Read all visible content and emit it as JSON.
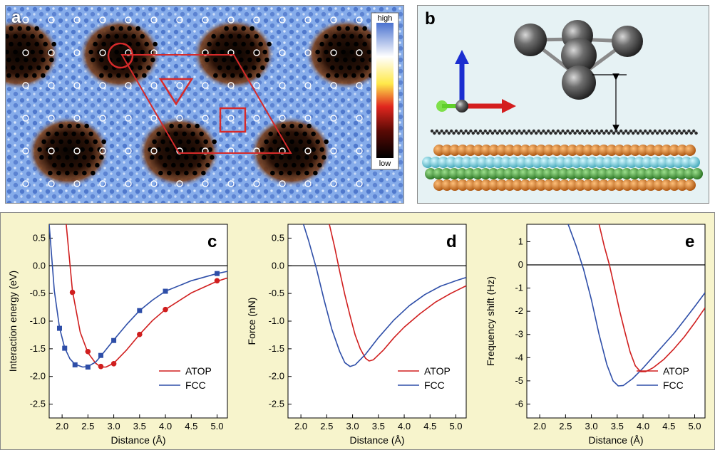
{
  "panels": {
    "a": {
      "letter": "a",
      "colorbar_high": "high",
      "colorbar_low": "low"
    },
    "b": {
      "letter": "b"
    }
  },
  "colors": {
    "map_blue": "#7aa4e0",
    "map_dark": "#1a0d08",
    "marker_red": "#d62a2a",
    "atop_line": "#d01e1e",
    "fcc_line": "#2e4ea8",
    "bottom_bg": "#f7f4cc",
    "panel_b_bg": "#e6f2f4",
    "gold_layer": "#d9741c",
    "cyan_layer": "#6fd6e6",
    "green_layer": "#3e9a36",
    "carbon": "#2a2a2a"
  },
  "chart_data": [
    {
      "id": "c",
      "type": "line",
      "letter": "c",
      "xlabel": "Distance (Å)",
      "ylabel": "Interaction energy (eV)",
      "xlim": [
        1.75,
        5.2
      ],
      "ylim": [
        -2.75,
        0.75
      ],
      "xticks": [
        "2.0",
        "2.5",
        "3.0",
        "3.5",
        "4.0",
        "4.5",
        "5.0"
      ],
      "xtick_values": [
        2.0,
        2.5,
        3.0,
        3.5,
        4.0,
        4.5,
        5.0
      ],
      "yticks": [
        "0.5",
        "0.0",
        "-0.5",
        "-1.0",
        "-1.5",
        "-2.0",
        "-2.5"
      ],
      "ytick_values": [
        0.5,
        0.0,
        -0.5,
        -1.0,
        -1.5,
        -2.0,
        -2.5
      ],
      "zero_line": 0,
      "legend": [
        "ATOP",
        "FCC"
      ],
      "legend_placement": "bottom-right",
      "series": [
        {
          "name": "ATOP",
          "color": "#d01e1e",
          "points": [
            [
              2.2,
              -0.48
            ],
            [
              2.5,
              -1.55
            ],
            [
              2.75,
              -1.82
            ],
            [
              3.0,
              -1.77
            ],
            [
              3.5,
              -1.24
            ],
            [
              4.0,
              -0.79
            ],
            [
              5.0,
              -0.27
            ]
          ],
          "curve": [
            [
              2.08,
              0.75
            ],
            [
              2.2,
              -0.45
            ],
            [
              2.35,
              -1.2
            ],
            [
              2.5,
              -1.57
            ],
            [
              2.65,
              -1.76
            ],
            [
              2.75,
              -1.83
            ],
            [
              2.85,
              -1.83
            ],
            [
              3.0,
              -1.76
            ],
            [
              3.25,
              -1.52
            ],
            [
              3.5,
              -1.24
            ],
            [
              3.75,
              -0.99
            ],
            [
              4.0,
              -0.79
            ],
            [
              4.5,
              -0.49
            ],
            [
              5.0,
              -0.28
            ],
            [
              5.2,
              -0.22
            ]
          ]
        },
        {
          "name": "FCC",
          "color": "#2e4ea8",
          "points": [
            [
              1.95,
              -1.13
            ],
            [
              2.05,
              -1.49
            ],
            [
              2.25,
              -1.79
            ],
            [
              2.5,
              -1.83
            ],
            [
              2.75,
              -1.62
            ],
            [
              3.0,
              -1.35
            ],
            [
              3.5,
              -0.81
            ],
            [
              4.0,
              -0.46
            ],
            [
              5.0,
              -0.14
            ]
          ],
          "curve": [
            [
              1.75,
              0.75
            ],
            [
              1.85,
              -0.45
            ],
            [
              1.95,
              -1.12
            ],
            [
              2.05,
              -1.48
            ],
            [
              2.15,
              -1.68
            ],
            [
              2.25,
              -1.78
            ],
            [
              2.4,
              -1.83
            ],
            [
              2.5,
              -1.82
            ],
            [
              2.65,
              -1.74
            ],
            [
              2.75,
              -1.63
            ],
            [
              3.0,
              -1.34
            ],
            [
              3.25,
              -1.06
            ],
            [
              3.5,
              -0.81
            ],
            [
              3.75,
              -0.62
            ],
            [
              4.0,
              -0.46
            ],
            [
              4.5,
              -0.27
            ],
            [
              5.0,
              -0.14
            ],
            [
              5.2,
              -0.1
            ]
          ]
        }
      ]
    },
    {
      "id": "d",
      "type": "line",
      "letter": "d",
      "xlabel": "Distance (Å)",
      "ylabel": "Force (nN)",
      "xlim": [
        1.75,
        5.2
      ],
      "ylim": [
        -2.75,
        0.75
      ],
      "xticks": [
        "2.0",
        "2.5",
        "3.0",
        "3.5",
        "4.0",
        "4.5",
        "5.0"
      ],
      "xtick_values": [
        2.0,
        2.5,
        3.0,
        3.5,
        4.0,
        4.5,
        5.0
      ],
      "yticks": [
        "0.5",
        "0.0",
        "-0.5",
        "-1.0",
        "-1.5",
        "-2.0",
        "-2.5"
      ],
      "ytick_values": [
        0.5,
        0.0,
        -0.5,
        -1.0,
        -1.5,
        -2.0,
        -2.5
      ],
      "zero_line": 0,
      "legend": [
        "ATOP",
        "FCC"
      ],
      "legend_placement": "bottom-right",
      "series": [
        {
          "name": "ATOP",
          "color": "#d01e1e",
          "curve": [
            [
              2.55,
              0.75
            ],
            [
              2.65,
              0.35
            ],
            [
              2.75,
              -0.1
            ],
            [
              2.85,
              -0.52
            ],
            [
              2.95,
              -0.9
            ],
            [
              3.05,
              -1.25
            ],
            [
              3.15,
              -1.5
            ],
            [
              3.25,
              -1.67
            ],
            [
              3.32,
              -1.72
            ],
            [
              3.4,
              -1.7
            ],
            [
              3.6,
              -1.52
            ],
            [
              3.8,
              -1.3
            ],
            [
              4.0,
              -1.11
            ],
            [
              4.3,
              -0.87
            ],
            [
              4.6,
              -0.66
            ],
            [
              4.9,
              -0.5
            ],
            [
              5.2,
              -0.36
            ]
          ]
        },
        {
          "name": "FCC",
          "color": "#2e4ea8",
          "curve": [
            [
              2.05,
              0.75
            ],
            [
              2.15,
              0.45
            ],
            [
              2.3,
              -0.05
            ],
            [
              2.45,
              -0.62
            ],
            [
              2.6,
              -1.15
            ],
            [
              2.75,
              -1.55
            ],
            [
              2.85,
              -1.75
            ],
            [
              2.95,
              -1.82
            ],
            [
              3.05,
              -1.79
            ],
            [
              3.25,
              -1.6
            ],
            [
              3.5,
              -1.3
            ],
            [
              3.8,
              -0.98
            ],
            [
              4.1,
              -0.72
            ],
            [
              4.4,
              -0.52
            ],
            [
              4.7,
              -0.37
            ],
            [
              5.0,
              -0.27
            ],
            [
              5.2,
              -0.21
            ]
          ]
        }
      ]
    },
    {
      "id": "e",
      "type": "line",
      "letter": "e",
      "xlabel": "Distance (Å)",
      "ylabel": "Frequency shift (Hz)",
      "xlim": [
        1.75,
        5.2
      ],
      "ylim": [
        -6.6,
        1.75
      ],
      "xticks": [
        "2.0",
        "2.5",
        "3.0",
        "3.5",
        "4.0",
        "4.5",
        "5.0"
      ],
      "xtick_values": [
        2.0,
        2.5,
        3.0,
        3.5,
        4.0,
        4.5,
        5.0
      ],
      "yticks": [
        "1",
        "0",
        "-1",
        "-2",
        "-3",
        "-4",
        "-5",
        "-6"
      ],
      "ytick_values": [
        1,
        0,
        -1,
        -2,
        -3,
        -4,
        -5,
        -6
      ],
      "zero_line": 0,
      "legend": [
        "ATOP",
        "FCC"
      ],
      "legend_placement": "bottom-right",
      "series": [
        {
          "name": "ATOP",
          "color": "#d01e1e",
          "curve": [
            [
              3.15,
              1.75
            ],
            [
              3.25,
              0.8
            ],
            [
              3.35,
              0.0
            ],
            [
              3.45,
              -1.0
            ],
            [
              3.55,
              -2.0
            ],
            [
              3.65,
              -2.9
            ],
            [
              3.75,
              -3.75
            ],
            [
              3.85,
              -4.35
            ],
            [
              3.95,
              -4.6
            ],
            [
              4.05,
              -4.6
            ],
            [
              4.2,
              -4.43
            ],
            [
              4.4,
              -4.08
            ],
            [
              4.6,
              -3.62
            ],
            [
              4.8,
              -3.1
            ],
            [
              5.0,
              -2.5
            ],
            [
              5.2,
              -1.85
            ]
          ]
        },
        {
          "name": "FCC",
          "color": "#2e4ea8",
          "curve": [
            [
              2.55,
              1.75
            ],
            [
              2.7,
              0.85
            ],
            [
              2.85,
              -0.2
            ],
            [
              3.0,
              -1.5
            ],
            [
              3.15,
              -3.0
            ],
            [
              3.3,
              -4.3
            ],
            [
              3.42,
              -5.0
            ],
            [
              3.52,
              -5.22
            ],
            [
              3.62,
              -5.2
            ],
            [
              3.8,
              -4.9
            ],
            [
              4.0,
              -4.45
            ],
            [
              4.2,
              -3.95
            ],
            [
              4.4,
              -3.45
            ],
            [
              4.6,
              -2.95
            ],
            [
              4.8,
              -2.38
            ],
            [
              5.0,
              -1.8
            ],
            [
              5.2,
              -1.2
            ]
          ]
        }
      ]
    }
  ]
}
